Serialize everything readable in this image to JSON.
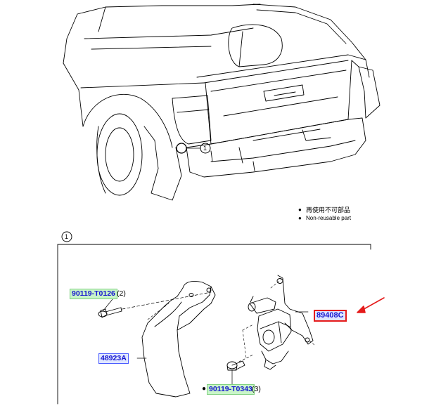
{
  "legend": {
    "non_reusable_cn": "再使用不可部品",
    "non_reusable_en": "Non-reusable part",
    "bullet": "●"
  },
  "callouts": {
    "vehicle_callout": "1",
    "section_callout": "1"
  },
  "parts": {
    "bolt_1": {
      "number": "90119-T0126",
      "qty": "(2)"
    },
    "bracket": {
      "number": "48923A"
    },
    "bolt_2": {
      "number": "90119-T0343",
      "qty": "(3)"
    },
    "sensor": {
      "number": "89408C"
    }
  },
  "colors": {
    "link_text": "#1515d0",
    "green_tag": "#c9f5c9",
    "highlight_border": "#e51b1b",
    "arrow": "#e51b1b"
  }
}
